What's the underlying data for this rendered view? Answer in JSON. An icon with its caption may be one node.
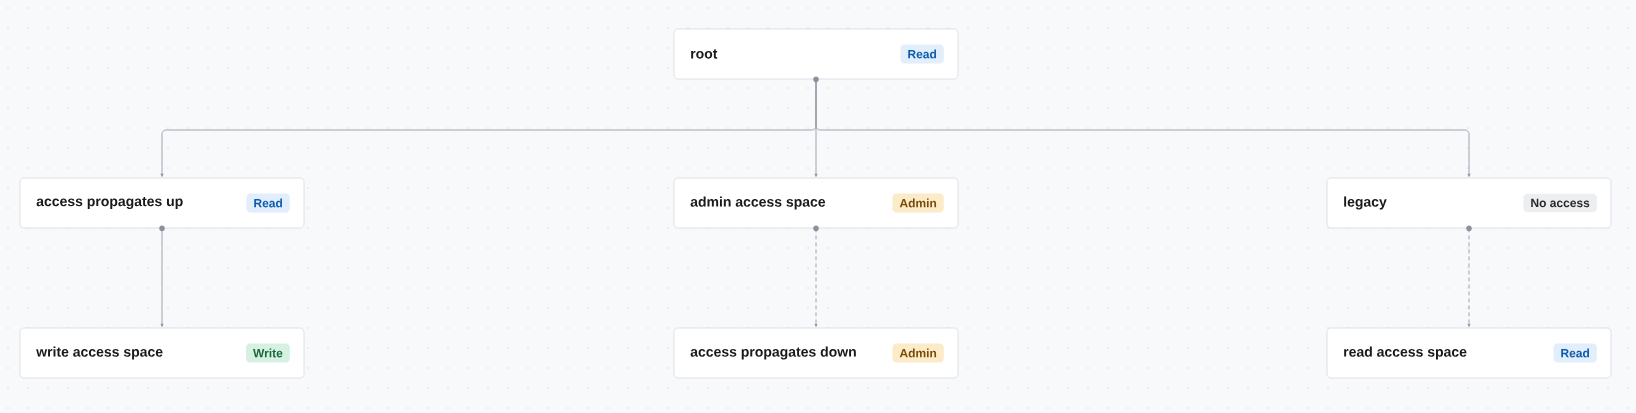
{
  "diagram": {
    "nodes": [
      {
        "text": [
          "root",
          "Read"
        ]
      },
      {
        "text": [
          "access propagates up",
          "Read"
        ]
      },
      {
        "text": [
          "admin access space",
          "Admin"
        ]
      },
      {
        "text": [
          "legacy",
          "No access"
        ]
      },
      {
        "text": [
          "write access space",
          "Write"
        ]
      },
      {
        "text": [
          "access propagates down",
          "Admin"
        ]
      },
      {
        "text": [
          "read access space",
          "Read"
        ]
      }
    ],
    "edges": [
      {
        "from": 0,
        "to": 1,
        "arrow": "to"
      },
      {
        "from": 0,
        "to": 2,
        "arrow": "to"
      },
      {
        "from": 0,
        "to": 3,
        "arrow": "to"
      },
      {
        "from": 1,
        "to": 4,
        "arrow": "to"
      },
      {
        "from": 2,
        "to": 5,
        "arrow": "to",
        "style": "dashed"
      },
      {
        "from": 3,
        "to": 6,
        "arrow": "to",
        "style": "dashed"
      }
    ]
  }
}
